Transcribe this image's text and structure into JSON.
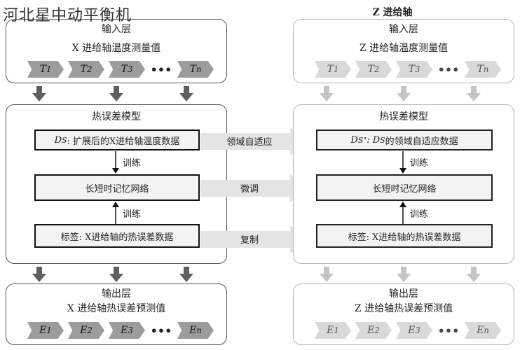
{
  "watermark": "河北星中动平衡机",
  "right_column_title": "Z 进给轴",
  "left": {
    "input_panel": {
      "title": "输入层",
      "subtitle": "X 进给轴温度测量值",
      "items": [
        "T",
        "T",
        "T",
        "T"
      ],
      "subs": [
        "1",
        "2",
        "3",
        "n"
      ],
      "ellipsis": "•••"
    },
    "model_panel": {
      "title": "热误差模型",
      "box1_sym": "D",
      "box1_sub": "S",
      "box1_text": ": 扩展后的X进给轴温度数据",
      "train_label": "训练",
      "box2_text": "长短时记忆网络",
      "box3_text": "标签: X进给轴的热误差数据"
    },
    "output_panel": {
      "title": "输出层",
      "subtitle": "X 进给轴热误差预测值",
      "items": [
        "E",
        "E",
        "E",
        "E"
      ],
      "subs": [
        "1",
        "2",
        "3",
        "n"
      ],
      "ellipsis": "•••"
    }
  },
  "right": {
    "input_panel": {
      "title": "输入层",
      "subtitle": "Z 进给轴温度测量值",
      "items": [
        "T",
        "T",
        "T",
        "T"
      ],
      "subs": [
        "1",
        "2",
        "3",
        "n"
      ],
      "ellipsis": "•••"
    },
    "model_panel": {
      "title": "热误差模型",
      "box1_sym": "D",
      "box1_sub": "S",
      "box1_sup": "\"",
      "box1_mid": ": D",
      "box1_mid_sub": "S",
      "box1_text": "的领域自适应数据",
      "train_label": "训练",
      "box2_text": "长短时记忆网络",
      "box3_text": "标签: X进给轴的热误差数据"
    },
    "output_panel": {
      "title": "输出层",
      "subtitle": "Z 进给轴热误差预测值",
      "items": [
        "E",
        "E",
        "E",
        "E"
      ],
      "subs": [
        "1",
        "2",
        "3",
        "n"
      ],
      "ellipsis": "•••"
    }
  },
  "transfer": {
    "domain_adapt": "领域自适应",
    "finetune": "微调",
    "copy": "复制"
  },
  "colors": {
    "dark_arrow": "#5f5f5f",
    "light_arrow": "#c4c4c4",
    "dark_chevron": "#9c9c9c",
    "light_chevron": "#d9d9d9",
    "box_fill": "#f3f3f3"
  }
}
